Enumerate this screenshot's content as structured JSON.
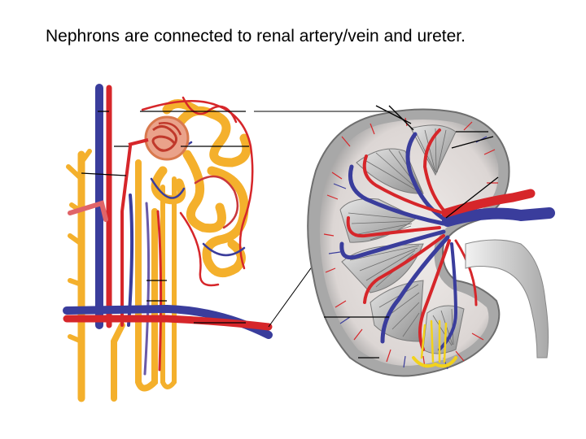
{
  "slide": {
    "title": "Nephrons are connected to renal artery/vein and ureter."
  },
  "colors": {
    "artery": "#d6262a",
    "vein": "#3a3d9c",
    "tubule": "#f4b02c",
    "cortex": "#e9e4e2",
    "capsule": "#b8b8b8",
    "ureter": "#d4d4d4",
    "leader_line": "#000000"
  },
  "icons": {
    "nephron": "nephron-illustration",
    "kidney": "kidney-cross-section-illustration"
  }
}
